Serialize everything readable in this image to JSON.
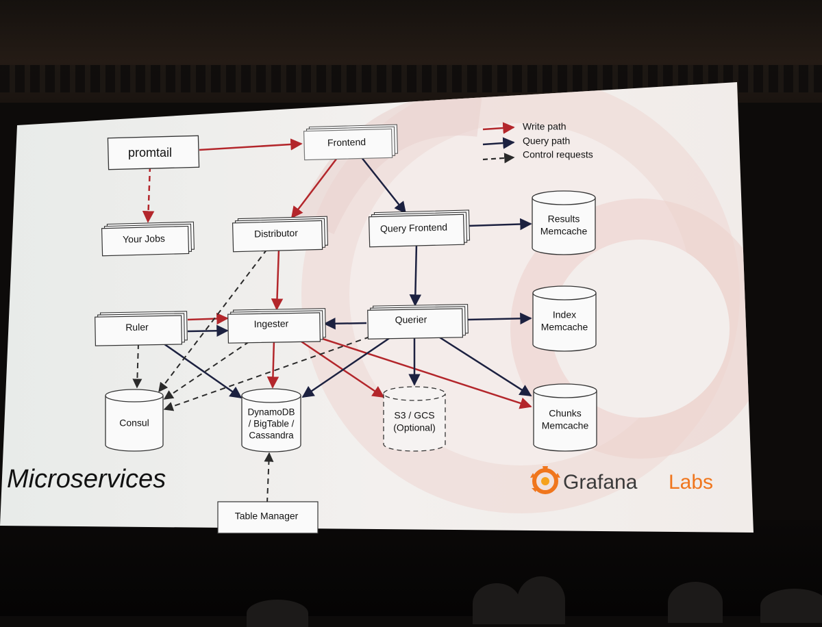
{
  "legend": {
    "write": "Write path",
    "query": "Query path",
    "control": "Control requests"
  },
  "nodes": {
    "promtail": "promtail",
    "frontend": "Frontend",
    "your_jobs": "Your Jobs",
    "distributor": "Distributor",
    "query_frontend": "Query Frontend",
    "results_memcache": [
      "Results",
      "Memcache"
    ],
    "ruler": "Ruler",
    "ingester": "Ingester",
    "querier": "Querier",
    "index_memcache": [
      "Index",
      "Memcache"
    ],
    "consul": "Consul",
    "dynamodb": [
      "DynamoDB",
      "/ BigTable /",
      "Cassandra"
    ],
    "s3_gcs": [
      "S3 / GCS",
      "(Optional)"
    ],
    "chunks_memcache": [
      "Chunks",
      "Memcache"
    ],
    "table_manager": "Table Manager"
  },
  "slide_title": "Microservices",
  "brand": {
    "name": "Grafana",
    "suffix": "Labs",
    "icon": "grafana-logo-icon"
  },
  "colors": {
    "write": "#b3262b",
    "query": "#1c2140",
    "control": "#2a2a2a",
    "brand_orange": "#f0761d"
  }
}
